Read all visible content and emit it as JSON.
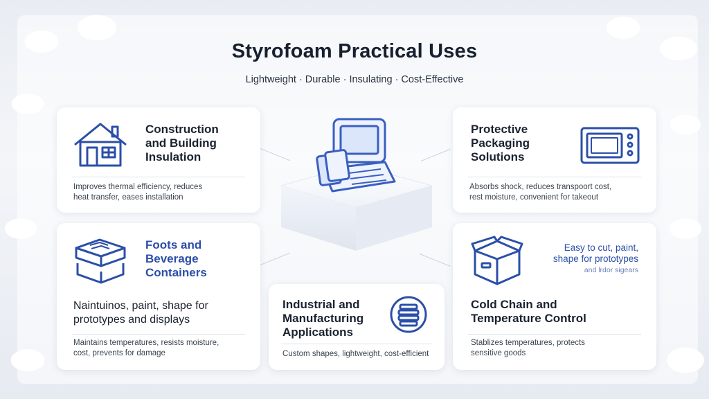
{
  "title": "Styrofoam Practical Uses",
  "subtitle": "Lightweight · Durable · Insulating · Cost-Effective",
  "cards": {
    "construction": {
      "heading": [
        "Construction",
        "and Building",
        "Insulation"
      ],
      "desc": [
        "Improves thermal efficiency, reduces",
        "heat transfer, eases installation"
      ],
      "icon": "house-icon"
    },
    "packaging": {
      "heading": [
        "Protective",
        "Packaging",
        "Solutions"
      ],
      "desc": [
        "Absorbs shock, reduces transpoort cost,",
        "rest moisture, convenient for takeout"
      ],
      "icon": "microwave-icon"
    },
    "food": {
      "heading": [
        "Foots and",
        "Beverage",
        "Containers"
      ],
      "mid": [
        "Naintuinos, paint, shape for",
        "prototypes and displays"
      ],
      "desc": [
        "Maintains temperatures, resists moisture,",
        "cost, prevents for damage"
      ],
      "icon": "container-icon"
    },
    "industrial": {
      "heading": [
        "Industrial and",
        "Manufacturing",
        "Applications"
      ],
      "desc": [
        "Custom shapes, lightweight, cost-efficient"
      ],
      "icon": "stack-icon"
    },
    "coldchain": {
      "note": [
        "Easy to cut, paint,",
        "shape for prototypes",
        "and lrdor sigears"
      ],
      "heading": [
        "Cold Chain and",
        "Temperature Control"
      ],
      "desc": [
        "Stablizes temperatures, protects",
        "sensitive goods"
      ],
      "icon": "box-icon"
    }
  },
  "center": {
    "icon": "laptop-icon"
  },
  "colors": {
    "accent": "#2b4fa8",
    "text": "#1a2230"
  }
}
